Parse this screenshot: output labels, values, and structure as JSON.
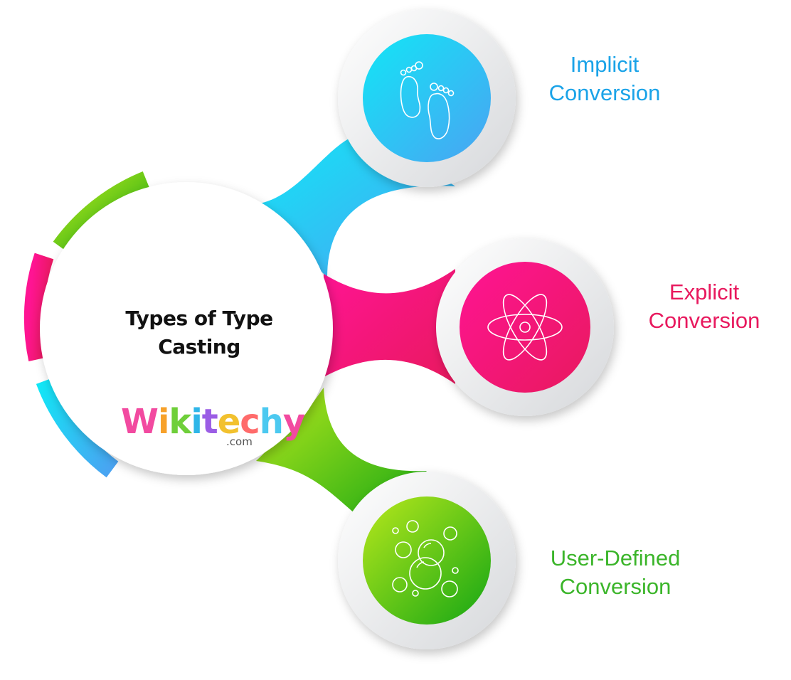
{
  "diagram": {
    "center": {
      "title_lines": [
        "Types of Type",
        "Casting"
      ],
      "logo_word": "Wikitechy",
      "logo_suffix": ".com"
    },
    "branches": [
      {
        "id": "implicit",
        "label_lines": [
          "Implicit",
          "Conversion"
        ],
        "icon": "footprints-icon",
        "color": "#1aa3e8"
      },
      {
        "id": "explicit",
        "label_lines": [
          "Explicit",
          "Conversion"
        ],
        "icon": "atom-icon",
        "color": "#e8195e"
      },
      {
        "id": "user",
        "label_lines": [
          "User-Defined",
          "Conversion"
        ],
        "icon": "bubbles-icon",
        "color": "#3bb52a"
      }
    ],
    "colors": {
      "blue_start": "#12e0f5",
      "blue_end": "#4aa5f0",
      "pink_start": "#ff0a8a",
      "pink_end": "#e8195e",
      "green_start": "#a6e01e",
      "green_end": "#1aaa1a"
    }
  }
}
